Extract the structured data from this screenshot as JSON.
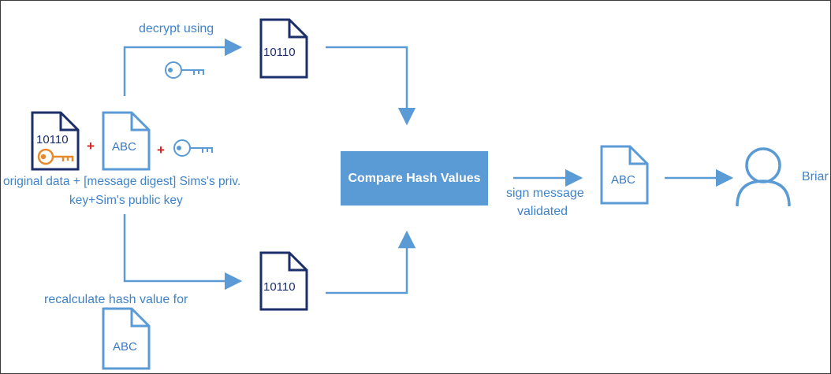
{
  "labels": {
    "decrypt": "decrypt using",
    "original_line1": "original data + [message digest] Sims's priv.",
    "original_line2": "key+Sim's public key",
    "recalculate": "recalculate hash value for",
    "sign_line1": "sign message",
    "sign_line2": "validated",
    "person": "Briar"
  },
  "documents": {
    "top_hash": "10110",
    "source_data": "10110",
    "source_digest": "ABC",
    "bottom_hash": "10110",
    "bottom_source": "ABC",
    "result": "ABC"
  },
  "operators": {
    "plus1": "+",
    "plus2": "+"
  },
  "compare": {
    "label": "Compare Hash Values"
  },
  "colors": {
    "arrow": "#5b9bd5",
    "doc_dark": "#1b2f6b",
    "doc_blue": "#5b9bd5",
    "key_orange": "#e8892b",
    "plus_red": "#d42020",
    "box_fill": "#5b9bd5"
  },
  "icons": [
    "key-icon",
    "person-icon",
    "document-icon"
  ]
}
